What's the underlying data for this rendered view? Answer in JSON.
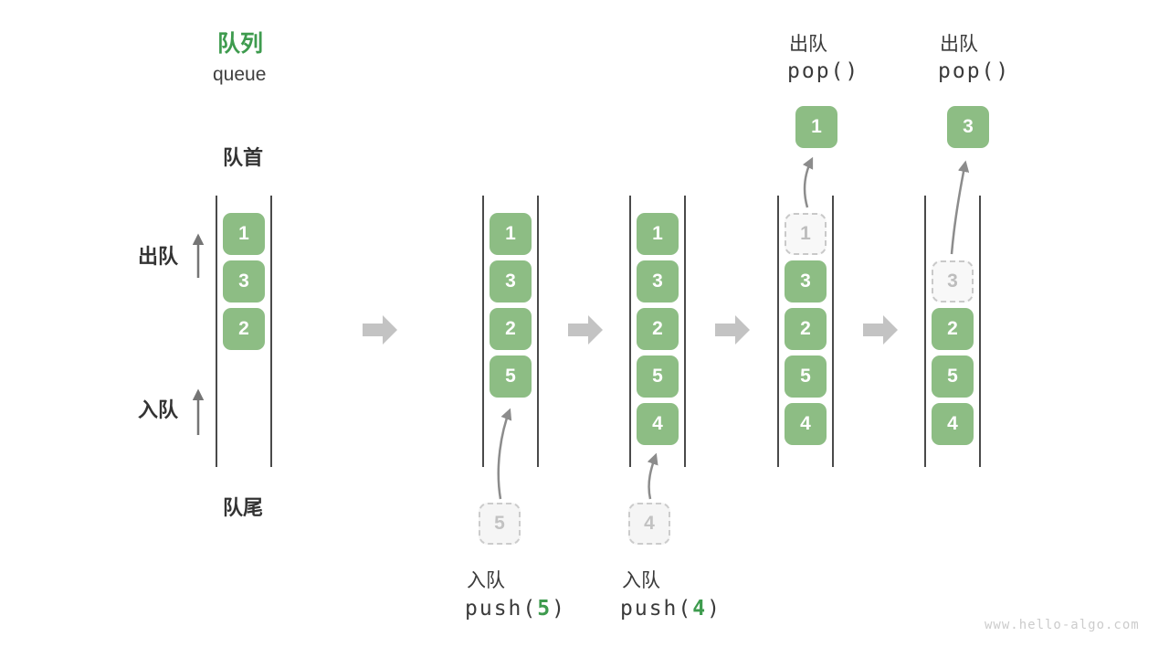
{
  "title": {
    "zh": "队列",
    "en": "queue"
  },
  "labels": {
    "front": "队首",
    "rear": "队尾",
    "dequeue_side": "出队",
    "enqueue_side": "入队"
  },
  "states": {
    "s1": {
      "cells": [
        "1",
        "3",
        "2"
      ]
    },
    "s2": {
      "cells": [
        "1",
        "3",
        "2",
        "5"
      ]
    },
    "s3": {
      "cells": [
        "1",
        "3",
        "2",
        "5",
        "4"
      ]
    },
    "s4": {
      "ghost": "1",
      "cells": [
        "3",
        "2",
        "5",
        "4"
      ]
    },
    "s5": {
      "ghost": "3",
      "cells": [
        "2",
        "5",
        "4"
      ]
    }
  },
  "operations": {
    "push5": {
      "label": "入队",
      "code_pre": "push(",
      "code_arg": "5",
      "code_post": ")",
      "staged": "5"
    },
    "push4": {
      "label": "入队",
      "code_pre": "push(",
      "code_arg": "4",
      "code_post": ")",
      "staged": "4"
    },
    "pop1": {
      "label": "出队",
      "code": "pop()",
      "popped": "1"
    },
    "pop3": {
      "label": "出队",
      "code": "pop()",
      "popped": "3"
    }
  },
  "watermark": "www.hello-algo.com",
  "colors": {
    "cell_green": "#8dbd84",
    "accent_green": "#3e9b4e",
    "text_dark": "#3a3a3a",
    "rail_gray": "#4a4a4a",
    "ghost_border_gray": "#c9c9c9",
    "flow_arrow_gray": "#c3c3c3",
    "curve_arrow_gray": "#8c8c8c",
    "up_arrow_gray": "#757575",
    "watermark_gray": "#cccccc"
  }
}
